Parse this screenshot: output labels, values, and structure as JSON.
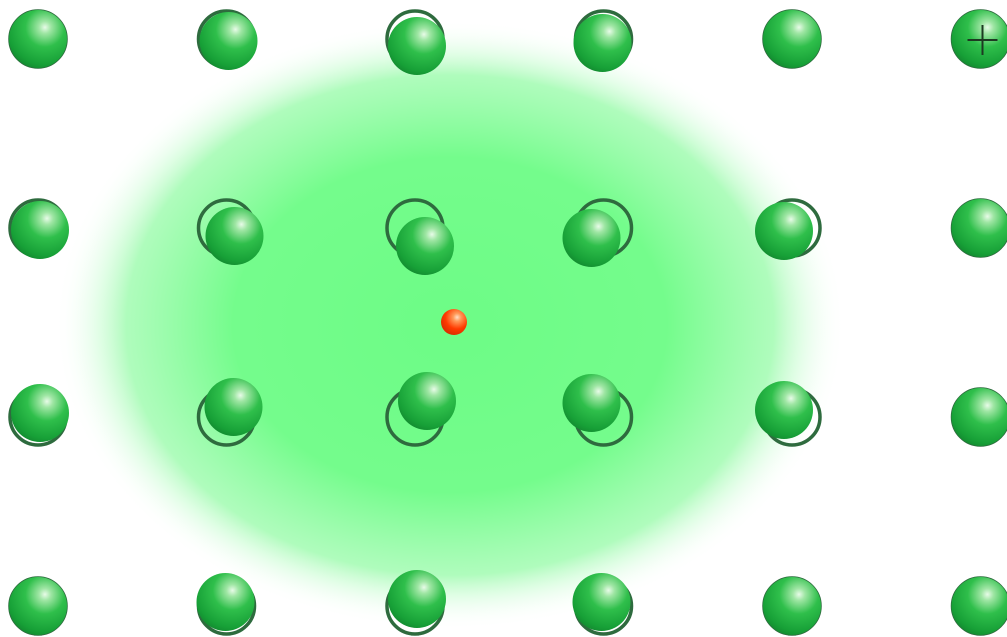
{
  "diagram": {
    "colors": {
      "background": "#ffffff",
      "ion_fill": "#1faa3c",
      "ion_outline": "#2e6b3e",
      "glow": "#6dfc86",
      "electron": "#ff3a00"
    },
    "lattice": {
      "columns": 6,
      "rows": 4,
      "marked_ion": {
        "column": 5,
        "row": 0,
        "symbol": "plus-sign"
      }
    },
    "distortion_field": "green-glow",
    "electron": {
      "present": true
    }
  }
}
